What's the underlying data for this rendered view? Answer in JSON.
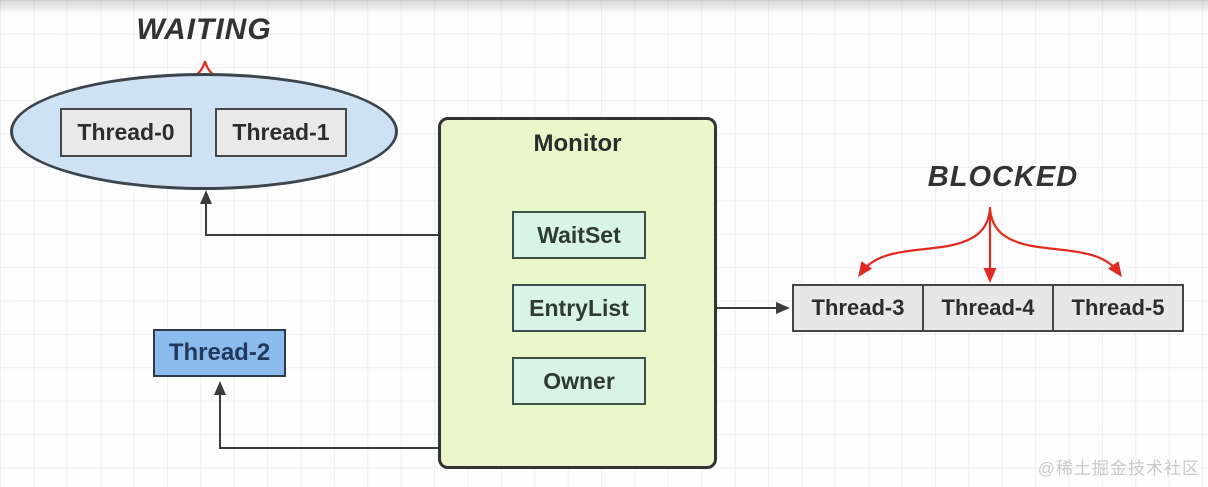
{
  "labels": {
    "waiting": "WAITING",
    "blocked": "BLOCKED"
  },
  "monitor": {
    "title": "Monitor",
    "fields": {
      "wait_set": "WaitSet",
      "entry_list": "EntryList",
      "owner": "Owner"
    }
  },
  "threads": {
    "waiting": [
      "Thread-0",
      "Thread-1"
    ],
    "owner": "Thread-2",
    "blocked": [
      "Thread-3",
      "Thread-4",
      "Thread-5"
    ]
  },
  "watermark": "@稀土掘金技术社区",
  "colors": {
    "red_arrow": "#e12b20",
    "black_arrow": "#3c3c3c",
    "monitor_fill": "#ebf7ca",
    "monitor_item_fill": "#d8f4e8",
    "ellipse_fill": "#cde2f5",
    "gray_thread_fill": "#e9e9e9",
    "owner_thread_fill": "#8cbcee",
    "watermark_gray": "#c9c9c9"
  }
}
